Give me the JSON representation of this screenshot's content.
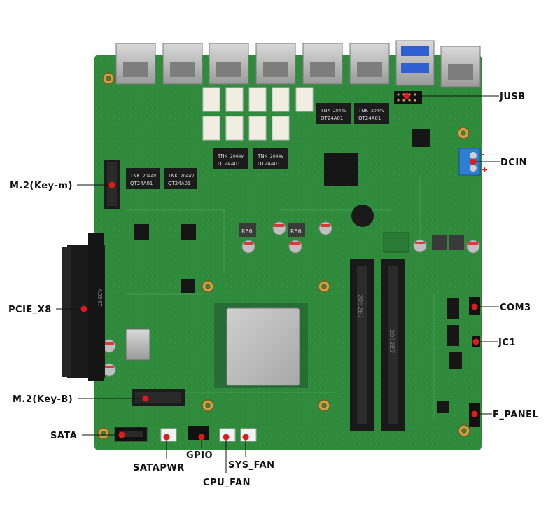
{
  "callouts": {
    "jusb": "JUSB",
    "dcin": "DCIN",
    "m2_key_m": "M.2(Key-m)",
    "pcie_x8": "PCIE_X8",
    "com3": "COM3",
    "jc1": "JC1",
    "m2_key_b": "M.2(Key-B)",
    "f_panel": "F_PANEL",
    "sata": "SATA",
    "gpio": "GPIO",
    "satapwr": "SATAPWR",
    "sys_fan": "SYS_FAN",
    "cpu_fan": "CPU_FAN"
  },
  "chip_markings": {
    "transformer_brand": "TNK",
    "transformer_date": "2044V",
    "transformer_part": "QT24A01",
    "pcie_slot_id": "A0547",
    "so_dimm_a": "2052E7",
    "so_dimm_b": "2052E7",
    "inductor": "R56",
    "dc_minus": "-",
    "dc_plus": "+"
  },
  "colors": {
    "pcb": "#2f8a3c",
    "pcb_dark": "#246e2f",
    "label": "#111111",
    "pointer": "#e01b1b",
    "metal": "#b8b8b8",
    "connector_black": "#1a1a1a",
    "terminal_blue": "#2d7fd6"
  }
}
